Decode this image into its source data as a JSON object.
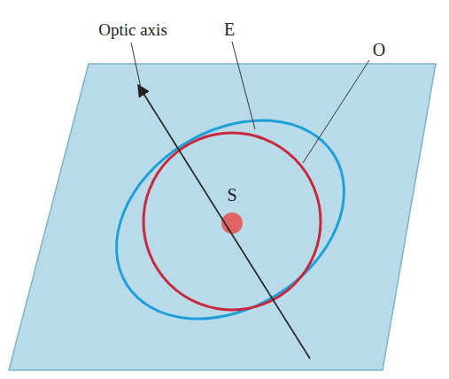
{
  "diagram": {
    "labels": [
      "Optic axis",
      "E",
      "O",
      "S"
    ]
  }
}
